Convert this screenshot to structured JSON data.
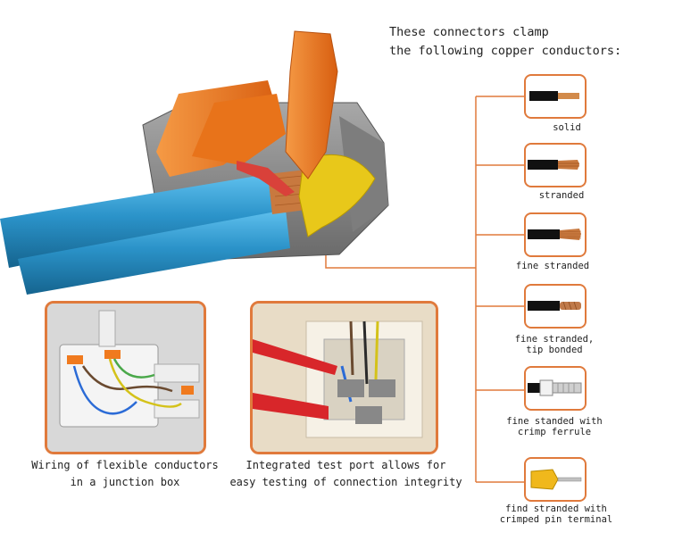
{
  "header": {
    "line1": "These connectors clamp",
    "line2": "the following copper conductors:"
  },
  "conductors": [
    {
      "label_lines": [
        "solid"
      ],
      "icon": "solid-wire-icon"
    },
    {
      "label_lines": [
        "stranded"
      ],
      "icon": "stranded-wire-icon"
    },
    {
      "label_lines": [
        "fine stranded"
      ],
      "icon": "fine-stranded-wire-icon"
    },
    {
      "label_lines": [
        "fine stranded,",
        "tip bonded"
      ],
      "icon": "tip-bonded-wire-icon"
    },
    {
      "label_lines": [
        "fine standed with",
        "crimp ferrule"
      ],
      "icon": "crimp-ferrule-wire-icon"
    },
    {
      "label_lines": [
        "find stranded with",
        "crimped pin terminal"
      ],
      "icon": "pin-terminal-wire-icon"
    }
  ],
  "captions": {
    "junction_line1": "Wiring of flexible conductors",
    "junction_line2": "in a junction box",
    "test_line1": "Integrated test port allows for",
    "test_line2": "easy testing of connection integrity"
  },
  "colors": {
    "accent": "#e07a3c",
    "cable_blue": "#2b93c9",
    "lever_orange": "#f07a1e",
    "housing_gray": "#8a8a8a",
    "copper": "#c8793f",
    "yellow": "#e8c81a"
  }
}
